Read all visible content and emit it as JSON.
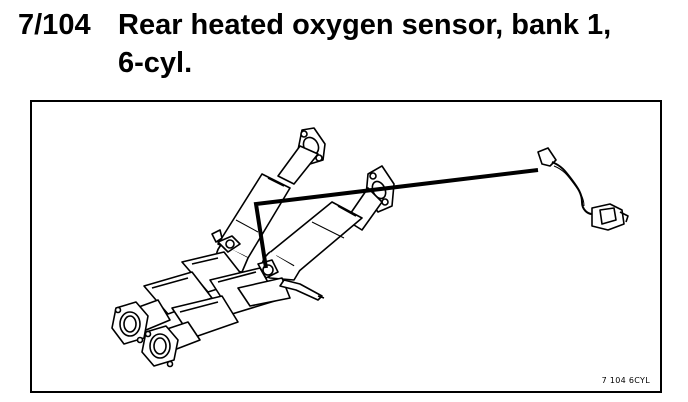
{
  "heading": {
    "number": "7/104",
    "title_line1": "Rear heated oxygen sensor, bank 1,",
    "title_line2": "6-cyl."
  },
  "figure": {
    "code": "7 104 6CYL"
  }
}
